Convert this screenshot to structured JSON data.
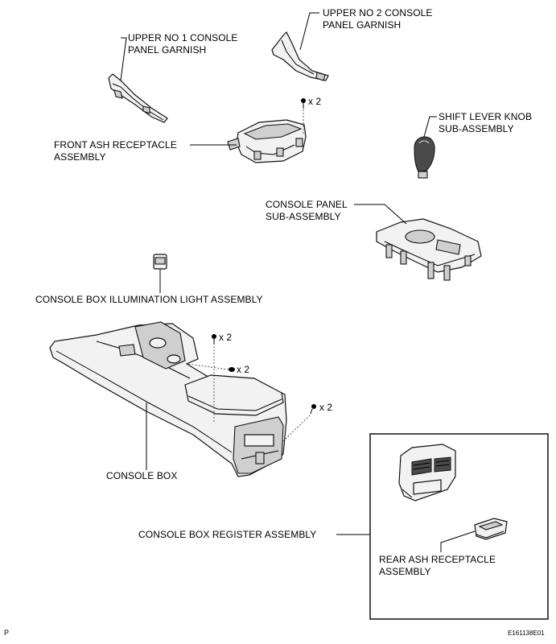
{
  "labels": {
    "upper_no1": [
      "UPPER NO  1 CONSOLE",
      "PANEL GARNISH"
    ],
    "upper_no2": [
      "UPPER NO  2 CONSOLE",
      "PANEL GARNISH"
    ],
    "front_ash": [
      "FRONT ASH RECEPTACLE",
      "ASSEMBLY"
    ],
    "shift_knob": [
      "SHIFT LEVER KNOB",
      "SUB-ASSEMBLY"
    ],
    "console_panel": [
      "CONSOLE PANEL",
      "SUB-ASSEMBLY"
    ],
    "illum_light": "CONSOLE BOX ILLUMINATION LIGHT ASSEMBLY",
    "console_box": "CONSOLE BOX",
    "register": "CONSOLE BOX REGISTER ASSEMBLY",
    "rear_ash": [
      "REAR ASH RECEPTACLE",
      "ASSEMBLY"
    ]
  },
  "quantities": {
    "front_ash_screws": "x 2",
    "box_screws_top": "x 2",
    "box_clips_mid": "x 2",
    "box_screws_rear": "x 2"
  },
  "footer": {
    "left_mark": "P",
    "figure_id": "E161138E01"
  }
}
